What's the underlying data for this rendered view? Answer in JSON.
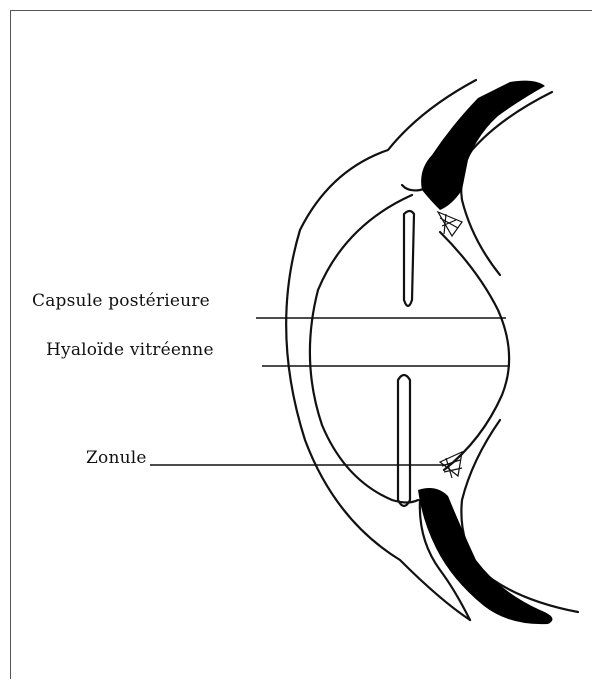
{
  "labels": {
    "capsule_posterieure": "Capsule postérieure",
    "hyaloide_vitreenne": "Hyaloïde vitréenne",
    "zonule": "Zonule"
  }
}
